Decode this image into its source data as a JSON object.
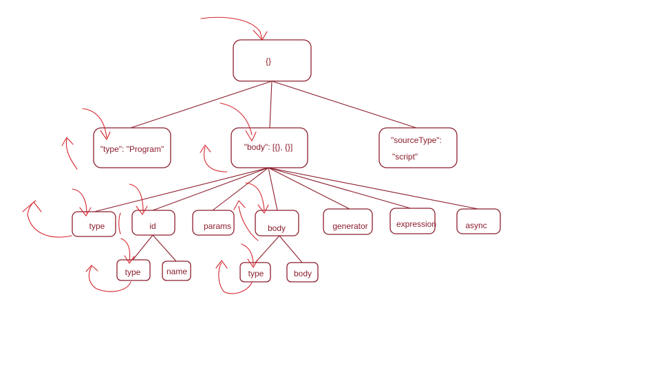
{
  "colors": {
    "node_stroke": "#8b1c2a",
    "node_text": "#8b1c2a",
    "edge": "#8b1c2a",
    "annotation": "#d4262e",
    "background": "#ffffff"
  },
  "nodes": {
    "root": {
      "label": "{}"
    },
    "type_program": {
      "label": "\"type\": \"Program\""
    },
    "body_array": {
      "label": "\"body\": [{}, {}]"
    },
    "source_type": {
      "line1": "\"sourceType\":",
      "line2": "\"script\""
    },
    "type": {
      "label": "type"
    },
    "id": {
      "label": "id"
    },
    "params": {
      "label": "params"
    },
    "body": {
      "label": "body"
    },
    "generator": {
      "label": "generator"
    },
    "expression": {
      "label": "expression"
    },
    "async": {
      "label": "async"
    },
    "id_type": {
      "label": "type"
    },
    "id_name": {
      "label": "name"
    },
    "body_type": {
      "label": "type"
    },
    "body_body": {
      "label": "body"
    }
  }
}
